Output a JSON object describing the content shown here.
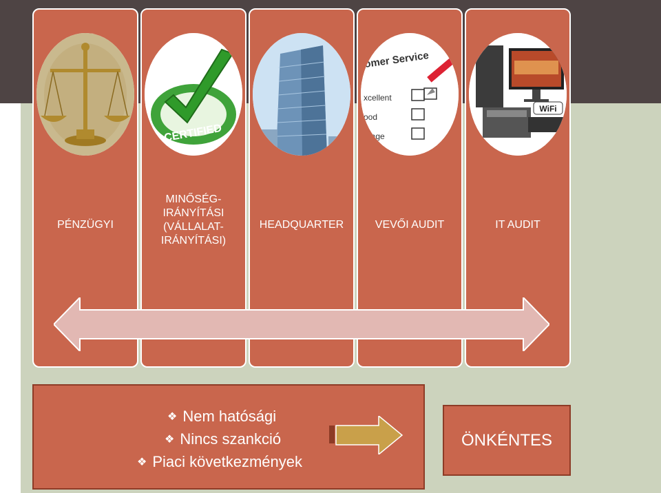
{
  "columns": [
    {
      "label": "PÉNZÜGYI",
      "image_icon": "scales-of-justice"
    },
    {
      "label": "MINŐSÉG-\nIRÁNYÍTÁSI\n(VÁLLALAT-\nIRÁNYÍTÁSI)",
      "image_icon": "certified-checkmark-seal"
    },
    {
      "label": "HEADQUARTER",
      "image_icon": "office-skyscraper"
    },
    {
      "label": "VEVŐI AUDIT",
      "image_icon": "customer-service-survey-checklist"
    },
    {
      "label": "IT AUDIT",
      "image_icon": "computer-printer-wifi"
    }
  ],
  "bullets": [
    "Nem hatósági",
    "Nincs szankció",
    "Piaci következmények"
  ],
  "bullet_icon": "diamond-bullet",
  "result_label": "ÖNKÉNTES",
  "colors": {
    "dark_band": "#4e4444",
    "light_band": "#ccd3bd",
    "box_fill": "#c9664d",
    "box_border": "#8d3b26",
    "double_arrow": "#e2b8b3",
    "arrow_gold": "#c9a04a"
  },
  "image_text": {
    "certified": "CERTIFIED",
    "survey_title": "omer Service",
    "survey_rows": [
      "xcellent",
      "ood",
      "erage"
    ],
    "wifi": "WiFi"
  }
}
